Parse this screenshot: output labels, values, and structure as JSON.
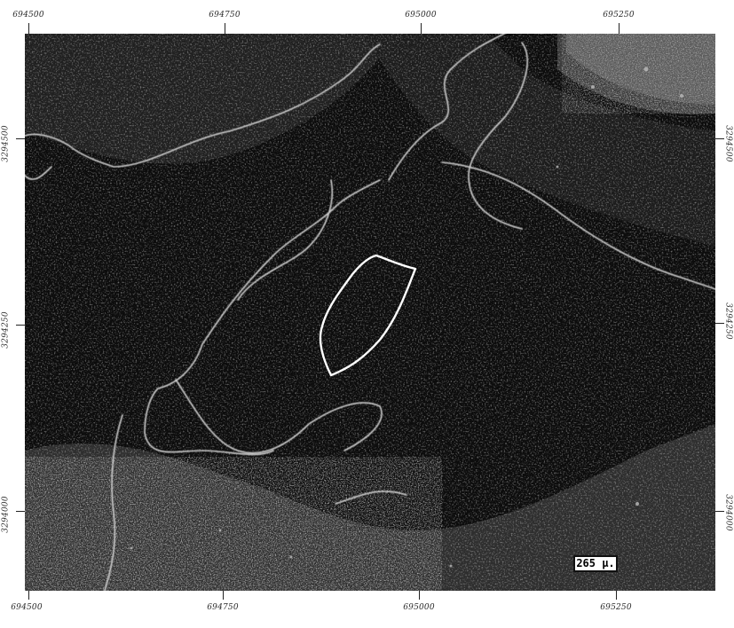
{
  "map": {
    "scale_label": "265 µ.",
    "ticks_top": [
      "694500",
      "694750",
      "695000",
      "695250"
    ],
    "ticks_bottom": [
      "694500",
      "694750",
      "695000",
      "695250"
    ],
    "ticks_left": [
      "3294500",
      "3294250",
      "3294000"
    ],
    "ticks_right": [
      "3294500",
      "3294250",
      "3294000"
    ],
    "colors": {
      "background": "#0c0c0c",
      "vegetation": "#3a3a3a",
      "contour_line": "#cfcfcf",
      "highlight_outline": "#ffffff"
    }
  }
}
